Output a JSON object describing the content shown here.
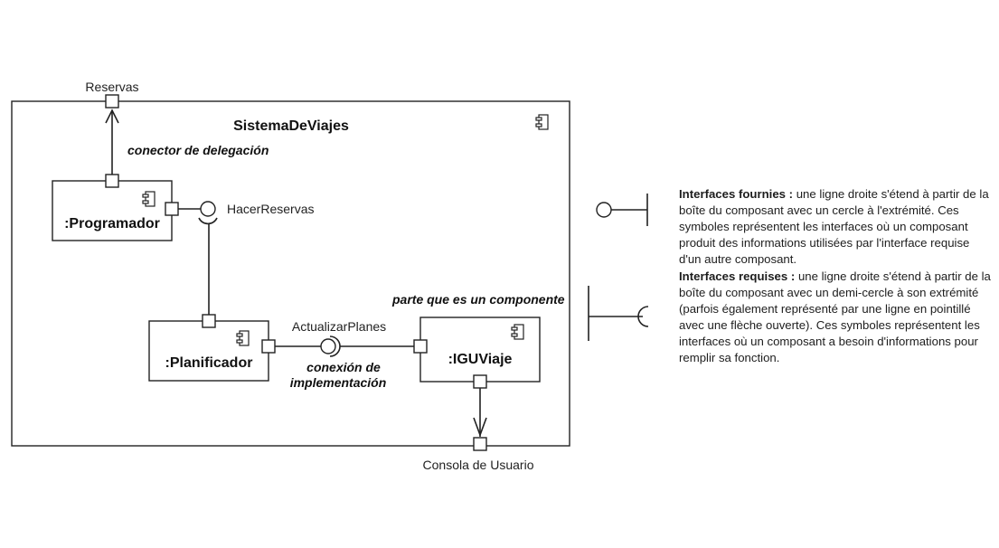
{
  "diagram": {
    "system": {
      "title": "SistemaDeViajes"
    },
    "ports": {
      "reservas": "Reservas",
      "consola": "Consola de Usuario"
    },
    "components": {
      "programador": ":Programador",
      "planificador": ":Planificador",
      "iguviaje": ":IGUViaje"
    },
    "interfaces": {
      "hacer_reservas": "HacerReservas",
      "actualizar_planes": "ActualizarPlanes"
    },
    "annotations": {
      "delegation": "conector de delegación",
      "part": "parte que es un componente",
      "assembly_line1": "conexión de",
      "assembly_line2": "implementación"
    }
  },
  "legend": {
    "provided_title": "Interfaces fournies :",
    "provided_text": " une ligne droite s'étend à partir de la boîte du composant avec un cercle à l'extrémité. Ces symboles représentent les interfaces où un composant produit des informations utilisées par l'interface requise d'un autre composant.",
    "required_title": "Interfaces requises :",
    "required_text": " une ligne droite s'étend à partir de la boîte du composant avec un demi-cercle à son extrémité (parfois également représenté par une ligne en pointillé avec une flèche ouverte). Ces symboles représentent les interfaces où un composant a besoin d'informations pour remplir sa fonction."
  }
}
